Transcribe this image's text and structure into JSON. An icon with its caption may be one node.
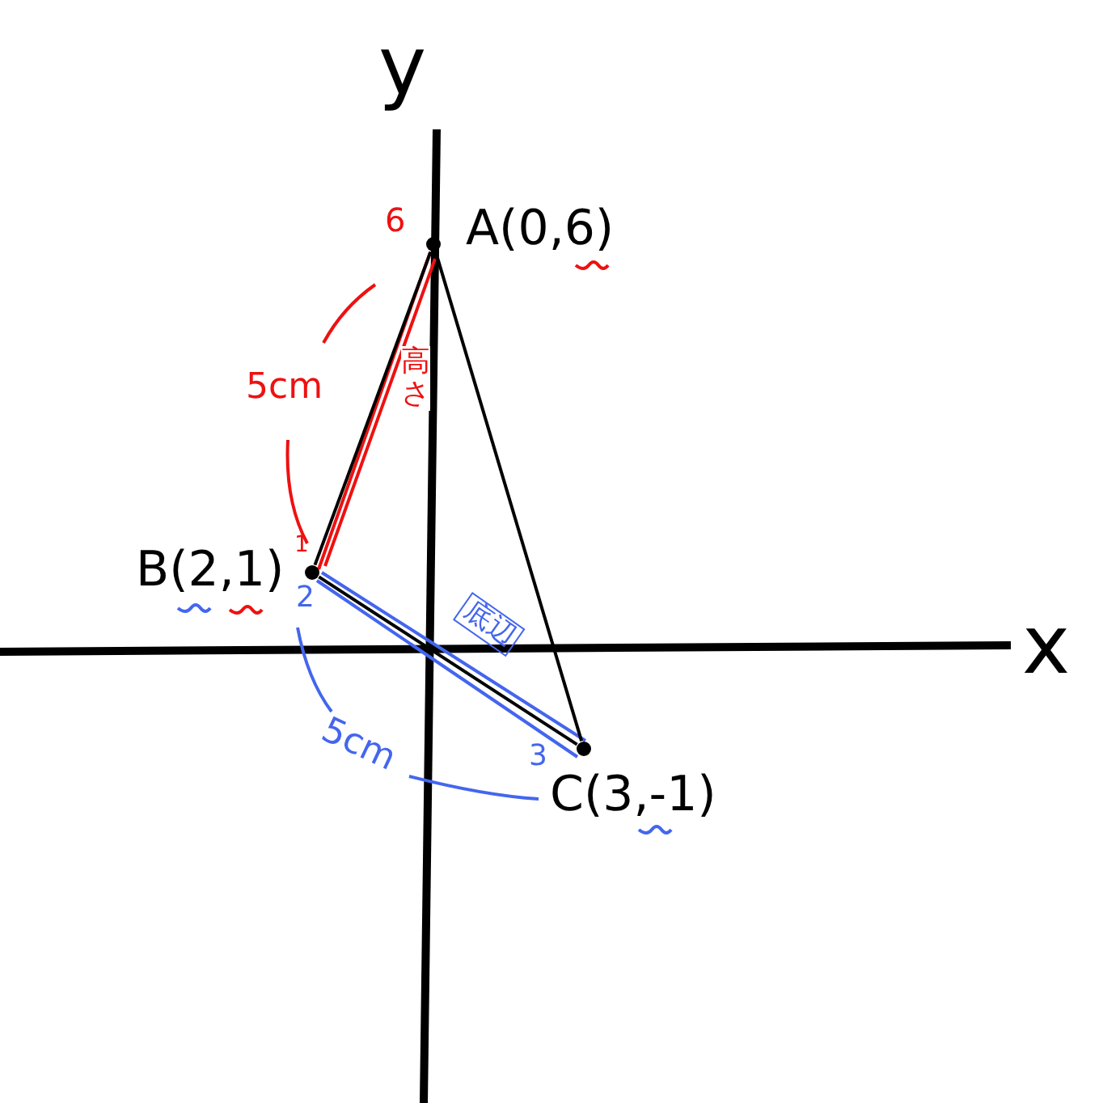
{
  "diagram": {
    "nodes": [
      {
        "text": [],
        "shape": "circle",
        "beside": [
          "A(0,6)"
        ]
      },
      {
        "text": [],
        "shape": "circle",
        "beside": [
          "B(2,1)"
        ]
      },
      {
        "text": [],
        "shape": "circle",
        "beside": [
          "C(3,-1)"
        ]
      }
    ],
    "edges": [
      {
        "from": 0,
        "to": 1,
        "arrow": "none"
      },
      {
        "from": 1,
        "to": 2,
        "arrow": "none"
      },
      {
        "from": 2,
        "to": 0,
        "arrow": "none"
      }
    ],
    "labels": [
      "y",
      "6",
      "5cm",
      "高さ",
      "1",
      "2",
      "底辺",
      "x",
      "5cm",
      "3"
    ]
  }
}
